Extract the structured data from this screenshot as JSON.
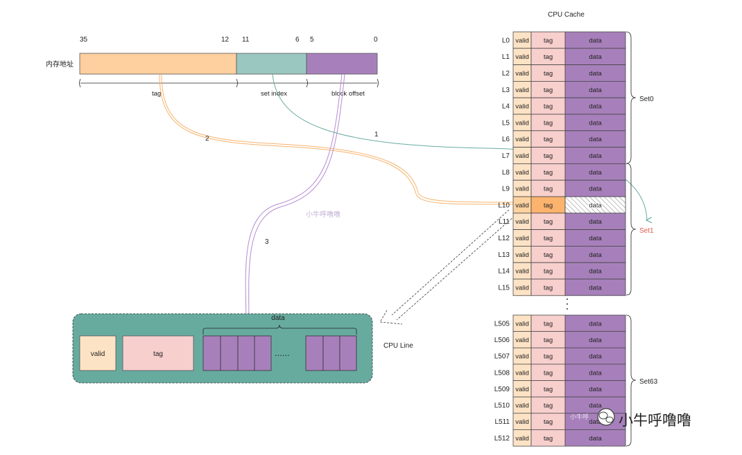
{
  "colors": {
    "tag_field": "#fecf9f",
    "index_field": "#9ac7bf",
    "offset_field": "#a780bb",
    "valid_cell": "#fde3c5",
    "tag_cell": "#f7cfcc",
    "data_cell": "#a780bb",
    "highlight_valid": "#fcd2a0",
    "highlight_tag": "#fbb36e",
    "line_container": "#67ab9f",
    "arrow_tag": "#f6b36c",
    "arrow_index": "#67ab9f",
    "arrow_offset": "#b48ad1",
    "set1_label": "#e0594e"
  },
  "address": {
    "label": "内存地址",
    "bits": [
      "35",
      "12",
      "11",
      "6",
      "5",
      "0"
    ],
    "fields": [
      "tag",
      "set index",
      "block offset"
    ]
  },
  "arrows": [
    "2",
    "1",
    "3"
  ],
  "cache": {
    "title": "CPU Cache",
    "cell_valid": "valid",
    "cell_tag": "tag",
    "cell_data": "data",
    "lines_top": [
      "L0",
      "L1",
      "L2",
      "L3",
      "L4",
      "L5",
      "L6",
      "L7",
      "L8",
      "L9",
      "L10",
      "L11",
      "L12",
      "L13",
      "L14",
      "L15"
    ],
    "lines_bottom": [
      "L505",
      "L506",
      "L507",
      "L508",
      "L509",
      "L510",
      "L511",
      "L512"
    ],
    "highlight_line": "L10",
    "sets": [
      "Set0",
      "Set1",
      "Set63"
    ]
  },
  "cpu_line": {
    "label": "CPU Line",
    "valid": "valid",
    "tag": "tag",
    "data": "data",
    "ellipsis": "......"
  },
  "watermark": {
    "center": "小牛呼噜噜",
    "bottom_small": "小牛呼",
    "bottom_large": "小牛呼噜噜"
  }
}
